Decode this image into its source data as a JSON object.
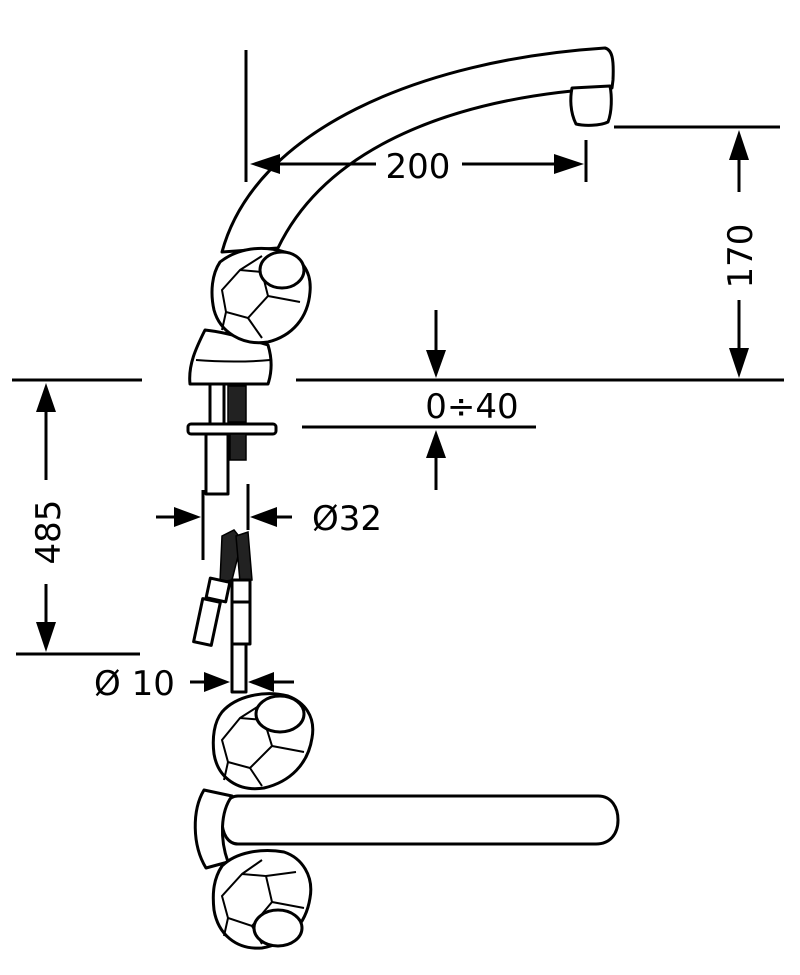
{
  "drawing": {
    "dimensions": {
      "spout_reach": "200",
      "spout_height": "170",
      "deck_thickness": "0÷40",
      "hose_length": "485",
      "hole_diameter": "Ø32",
      "hose_diameter": "Ø 10"
    },
    "colors": {
      "line": "#000000",
      "background": "#ffffff"
    }
  }
}
